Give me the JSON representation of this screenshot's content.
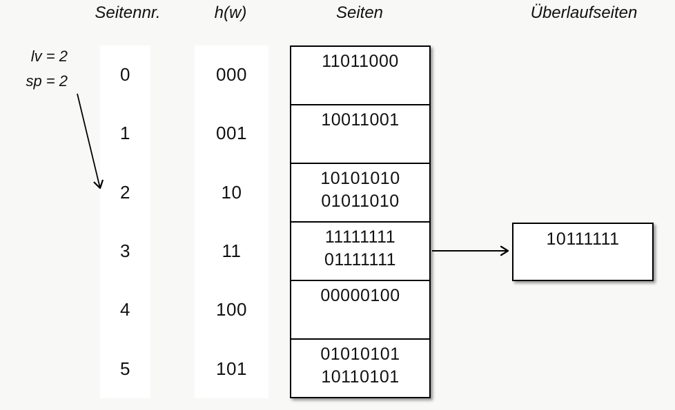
{
  "headers": {
    "seitennr": "Seitennr.",
    "hash_function": "h(w)",
    "seiten": "Seiten",
    "ueberlaufseiten": "Überlaufseiten"
  },
  "annotation": {
    "line1": "lv = 2",
    "line2": "sp = 2"
  },
  "rows": [
    {
      "nr": "0",
      "h": "000",
      "values": [
        "11011000"
      ]
    },
    {
      "nr": "1",
      "h": "001",
      "values": [
        "10011001"
      ]
    },
    {
      "nr": "2",
      "h": "10",
      "values": [
        "10101010",
        "01011010"
      ]
    },
    {
      "nr": "3",
      "h": "11",
      "values": [
        "11111111",
        "01111111"
      ]
    },
    {
      "nr": "4",
      "h": "100",
      "values": [
        "00000100"
      ]
    },
    {
      "nr": "5",
      "h": "101",
      "values": [
        "01010101",
        "10110101"
      ]
    }
  ],
  "overflow_box": {
    "values": [
      "10111111"
    ]
  },
  "colors": {
    "background": "#f8f8f7",
    "box_fill": "#ffffff",
    "border": "#000000",
    "text": "#111111"
  }
}
